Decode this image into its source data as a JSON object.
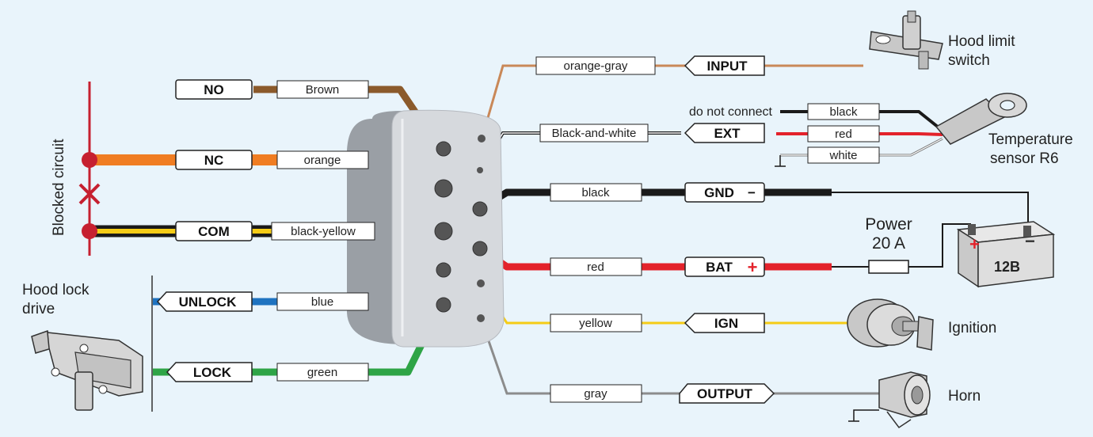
{
  "colors": {
    "background": "#e9f4fb",
    "brown": "#8b5a2b",
    "orange": "#f07d22",
    "black": "#1a1a1a",
    "yellow": "#f5cc16",
    "blue": "#1f73c0",
    "green": "#2ea446",
    "red": "#e3222b",
    "orange_gray": "#c98858",
    "gray": "#8c8c8c",
    "circuit": "#c62030"
  },
  "blocked_circuit": "Blocked circuit",
  "relay_terminals": {
    "no": "NO",
    "nc": "NC",
    "com": "COM",
    "unlock": "UNLOCK",
    "lock": "LOCK",
    "input": "INPUT",
    "ext": "EXT",
    "gnd": "GND",
    "bat": "BAT",
    "ign": "IGN",
    "output": "OUTPUT"
  },
  "wires": {
    "brown": "Brown",
    "orange": "orange",
    "black_yellow": "black-yellow",
    "blue": "blue",
    "green": "green",
    "orange_gray": "orange-gray",
    "black_and_white": "Black-and-white",
    "black": "black",
    "red": "red",
    "yellow": "yellow",
    "gray": "gray",
    "sensor_black": "black",
    "sensor_red": "red",
    "sensor_white": "white"
  },
  "do_not_connect": "do not connect",
  "devices": {
    "hood_limit_switch": [
      "Hood limit",
      "switch"
    ],
    "temperature_sensor": [
      "Temperature",
      "sensor R6"
    ],
    "power": [
      "Power",
      "20 A"
    ],
    "battery_voltage": "12B",
    "ignition": "Ignition",
    "horn": "Horn",
    "hood_lock_drive": [
      "Hood lock",
      "drive"
    ]
  },
  "symbols": {
    "minus": "−",
    "plus": "+"
  }
}
